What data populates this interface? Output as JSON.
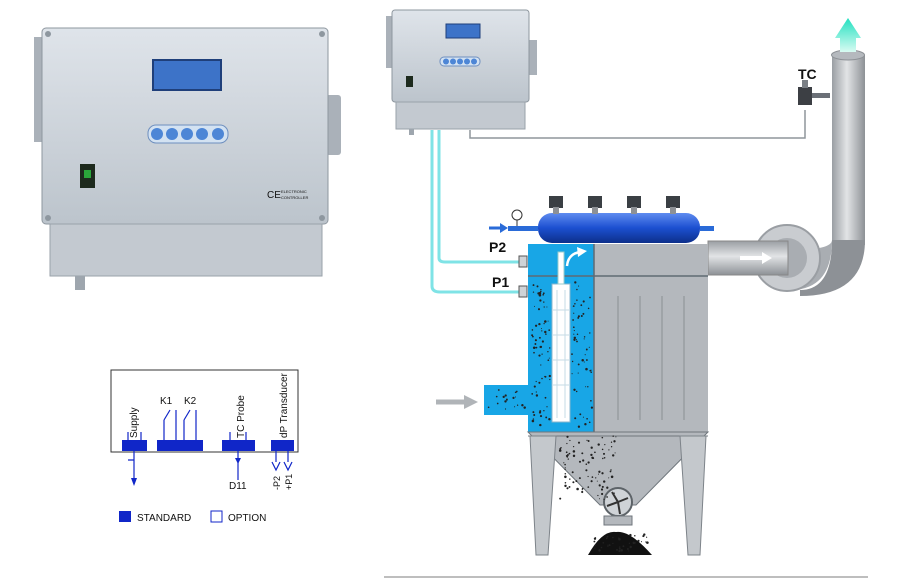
{
  "controller": {
    "ce_mark": "CE",
    "brand_line1": "ELECTRONIC",
    "brand_line2": "CONTROLLER"
  },
  "labels": {
    "tc": "TC",
    "p2": "P2",
    "p1": "P1"
  },
  "wiring": {
    "supply": "Supply",
    "k1": "K1",
    "k2": "K2",
    "tc_probe": "TC Probe",
    "dp_transducer": "dP Transducer",
    "d11": "D11",
    "minus_p2": "-P2",
    "plus_p1": "+P1"
  },
  "legend": {
    "standard": "STANDARD",
    "option": "OPTION"
  },
  "colors": {
    "enclosure": "#c9d0d8",
    "display": "#3d73c8",
    "connector_blue": "#1026c8",
    "air_tube": "#7fe3e6",
    "dust_bag_blue": "#18a6e6",
    "manifold_blue": "#1c4fd0",
    "steel_grey": "#b4b8bd"
  }
}
